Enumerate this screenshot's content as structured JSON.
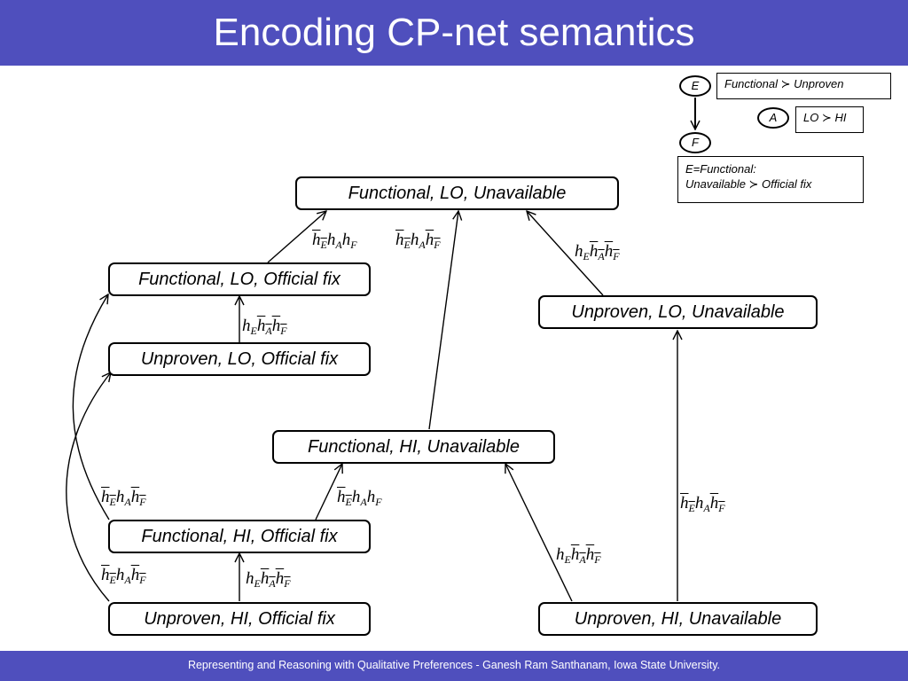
{
  "title": "Encoding CP-net semantics",
  "footer": "Representing and Reasoning with Qualitative Preferences  - Ganesh Ram Santhanam, Iowa State University.",
  "legend": {
    "e": "E",
    "a": "A",
    "f": "F",
    "e_pref": "Functional ≻ Unproven",
    "a_pref": "LO ≻ HI",
    "f_cond": "E=Functional:",
    "f_pref": "Unavailable ≻ Official fix"
  },
  "nodes": {
    "n1": "Functional, LO, Unavailable",
    "n2": "Functional, LO, Official fix",
    "n3": "Unproven, LO, Unavailable",
    "n4": "Unproven, LO, Official fix",
    "n5": "Functional, HI, Unavailable",
    "n6": "Functional, HI, Official fix",
    "n7": "Unproven, HI, Official fix",
    "n8": "Unproven, HI, Unavailable"
  },
  "symbols": {
    "h": "h",
    "e": "E",
    "a": "A",
    "f": "F"
  },
  "colors": {
    "header": "#4f4fbd",
    "text": "#ffffff"
  }
}
